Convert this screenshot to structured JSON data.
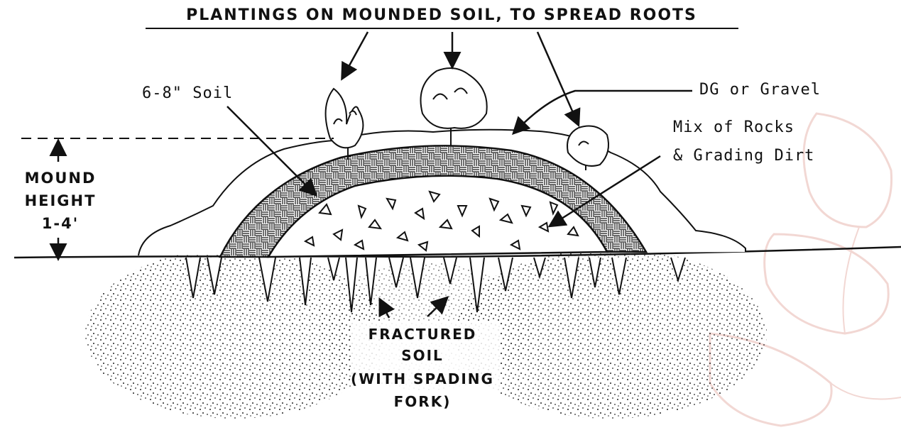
{
  "diagram": {
    "title": "PLANTINGS ON MOUNDED SOIL, TO SPREAD ROOTS",
    "labels": {
      "soil_depth": "6-8\" Soil",
      "dg_gravel": "DG or Gravel",
      "mix_line1": "Mix of Rocks",
      "mix_line2": "& Grading Dirt",
      "mound_line1": "MOUND",
      "mound_line2": "HEIGHT",
      "mound_line3": "1-4'",
      "fractured_line1": "FRACTURED",
      "fractured_line2": "SOIL",
      "fractured_line3": "(WITH SPADING",
      "fractured_line4": "FORK)"
    },
    "colors": {
      "ink": "#111111",
      "watermark": "#e8b8b0",
      "background": "#ffffff"
    },
    "icons": [
      "plant-icon",
      "arrow-icon",
      "stipple-texture",
      "crosshatch-texture",
      "rock-fragment-icon"
    ]
  }
}
